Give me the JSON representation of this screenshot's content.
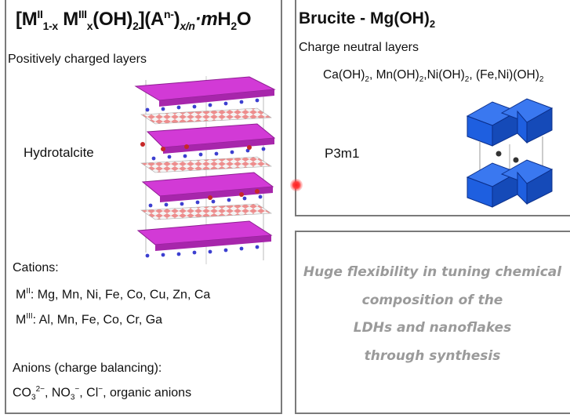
{
  "left_panel": {
    "formula": {
      "open_bracket": "[M",
      "m2_sup": "II",
      "m2_sub": "1-x",
      "m3": " M",
      "m3_sup": "III",
      "m3_sub": "x",
      "oh": "(OH)",
      "oh_sub": "2",
      "close": "](A",
      "anion_sup": "n-",
      "anion_close": ")",
      "anion_sub": "x/n",
      "dot_m": "·m",
      "water": "H",
      "water_sub": "2",
      "water_o": "O"
    },
    "subtitle": "Positively charged layers",
    "structure_label": "Hydrotalcite",
    "cations_heading": "Cations:",
    "m2_line": {
      "symbol": "M",
      "sup": "II",
      "text": ": Mg, Mn, Ni, Fe, Co, Cu, Zn, Ca"
    },
    "m3_line": {
      "symbol": "M",
      "sup": "III",
      "text": ": Al, Mn, Fe, Co, Cr, Ga"
    },
    "anions_heading": "Anions (charge balancing):",
    "anions_line": {
      "co": "CO",
      "co_sub": "3",
      "co_sup": "2−",
      "no": ", NO",
      "no_sub": "3",
      "no_sup": "−",
      "cl": ", Cl",
      "cl_sup": "−",
      "rest": ", organic anions"
    }
  },
  "right_top_panel": {
    "title": "Brucite - Mg(OH)",
    "title_sub": "2",
    "subtitle": "Charge neutral layers",
    "formulas": [
      {
        "text": "Ca(OH)",
        "sub": "2",
        "sep": ", "
      },
      {
        "text": "Mn(OH)",
        "sub": "2",
        "sep": ","
      },
      {
        "text": "Ni(OH)",
        "sub": "2",
        "sep": ", "
      },
      {
        "text": "(Fe,Ni)(OH)",
        "sub": "2",
        "sep": ""
      }
    ],
    "space_group": "P3m1"
  },
  "right_bottom_panel": {
    "lines": [
      "Huge flexibility in tuning chemical",
      "composition of the",
      "LDHs and nanoflakes",
      "through synthesis"
    ]
  },
  "colors": {
    "octahedra_magenta": "#d23ad6",
    "octahedra_blue": "#1e5fe0",
    "anion_red": "#e04040",
    "text_gray": "#9a9a9a",
    "border_gray": "#7a7a7a",
    "pointer_red": "#ff1f1f"
  }
}
